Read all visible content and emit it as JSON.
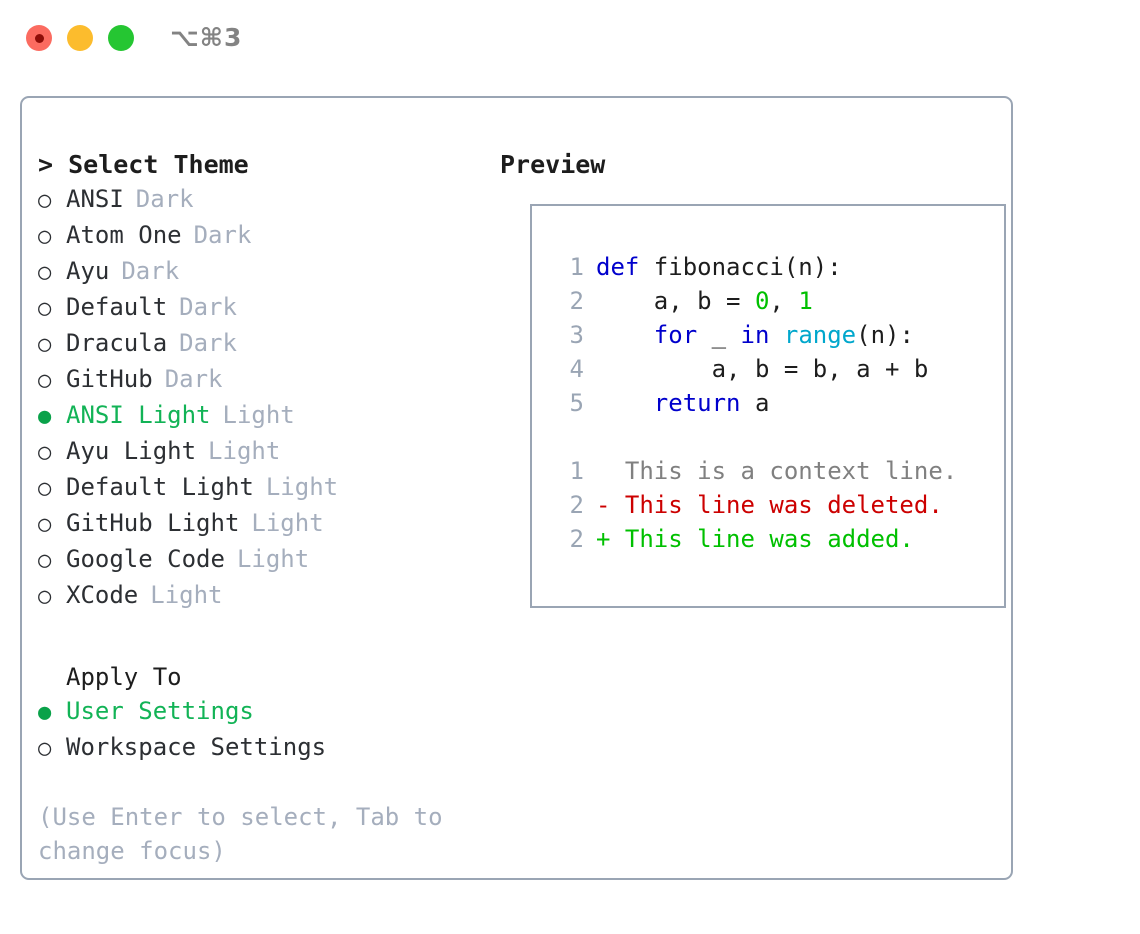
{
  "titlebar": {
    "shortcut": "⌥⌘3",
    "buttons": [
      {
        "name": "close",
        "color": "#fb6b60"
      },
      {
        "name": "minimize",
        "color": "#fcbc2d"
      },
      {
        "name": "maximize",
        "color": "#25c632"
      }
    ]
  },
  "left": {
    "heading": "> Select Theme",
    "themes": [
      {
        "bullet": "○",
        "name": "ANSI",
        "kind": "Dark",
        "selected": false
      },
      {
        "bullet": "○",
        "name": "Atom One",
        "kind": "Dark",
        "selected": false
      },
      {
        "bullet": "○",
        "name": "Ayu",
        "kind": "Dark",
        "selected": false
      },
      {
        "bullet": "○",
        "name": "Default",
        "kind": "Dark",
        "selected": false
      },
      {
        "bullet": "○",
        "name": "Dracula",
        "kind": "Dark",
        "selected": false
      },
      {
        "bullet": "○",
        "name": "GitHub",
        "kind": "Dark",
        "selected": false
      },
      {
        "bullet": "●",
        "name": "ANSI Light",
        "kind": "Light",
        "selected": true
      },
      {
        "bullet": "○",
        "name": "Ayu Light",
        "kind": "Light",
        "selected": false
      },
      {
        "bullet": "○",
        "name": "Default Light",
        "kind": "Light",
        "selected": false
      },
      {
        "bullet": "○",
        "name": "GitHub Light",
        "kind": "Light",
        "selected": false
      },
      {
        "bullet": "○",
        "name": "Google Code",
        "kind": "Light",
        "selected": false
      },
      {
        "bullet": "○",
        "name": "XCode",
        "kind": "Light",
        "selected": false
      }
    ],
    "apply_to_heading": "Apply To",
    "apply_to": [
      {
        "bullet": "●",
        "label": "User Settings",
        "selected": true
      },
      {
        "bullet": "○",
        "label": "Workspace Settings",
        "selected": false
      }
    ],
    "hint": "(Use Enter to select, Tab to change focus)"
  },
  "right": {
    "heading": "Preview",
    "code_lines": [
      {
        "gutter": "1",
        "tokens": [
          {
            "t": "def",
            "c": "kw"
          },
          {
            "t": " fibonacci(n):",
            "c": "plain"
          }
        ]
      },
      {
        "gutter": "2",
        "tokens": [
          {
            "t": "    a, b = ",
            "c": "plain"
          },
          {
            "t": "0",
            "c": "num"
          },
          {
            "t": ", ",
            "c": "plain"
          },
          {
            "t": "1",
            "c": "num"
          }
        ]
      },
      {
        "gutter": "3",
        "tokens": [
          {
            "t": "    ",
            "c": "plain"
          },
          {
            "t": "for",
            "c": "kw"
          },
          {
            "t": " _ ",
            "c": "plain"
          },
          {
            "t": "in",
            "c": "kw"
          },
          {
            "t": " ",
            "c": "plain"
          },
          {
            "t": "range",
            "c": "fn"
          },
          {
            "t": "(n):",
            "c": "plain"
          }
        ]
      },
      {
        "gutter": "4",
        "tokens": [
          {
            "t": "        a, b = b, a + b",
            "c": "plain"
          }
        ]
      },
      {
        "gutter": "5",
        "tokens": [
          {
            "t": "    ",
            "c": "plain"
          },
          {
            "t": "return",
            "c": "kw"
          },
          {
            "t": " a",
            "c": "plain"
          }
        ]
      }
    ],
    "diff_lines": [
      {
        "gutter": "1",
        "marker": " ",
        "text": "  This is a context line.",
        "kind": "d-ctx"
      },
      {
        "gutter": "2",
        "marker": "-",
        "text": "- This line was deleted.",
        "kind": "d-del"
      },
      {
        "gutter": "2",
        "marker": "+",
        "text": "+ This line was added.",
        "kind": "d-add"
      }
    ]
  },
  "colors": {
    "accent_green": "#12b356",
    "muted": "#a5aebd",
    "border": "#9aa5b4",
    "keyword": "#0000cc",
    "function": "#00a7cc",
    "number": "#00c000",
    "diff_deleted": "#cc0000",
    "diff_added": "#00c000",
    "diff_context": "#808080"
  }
}
